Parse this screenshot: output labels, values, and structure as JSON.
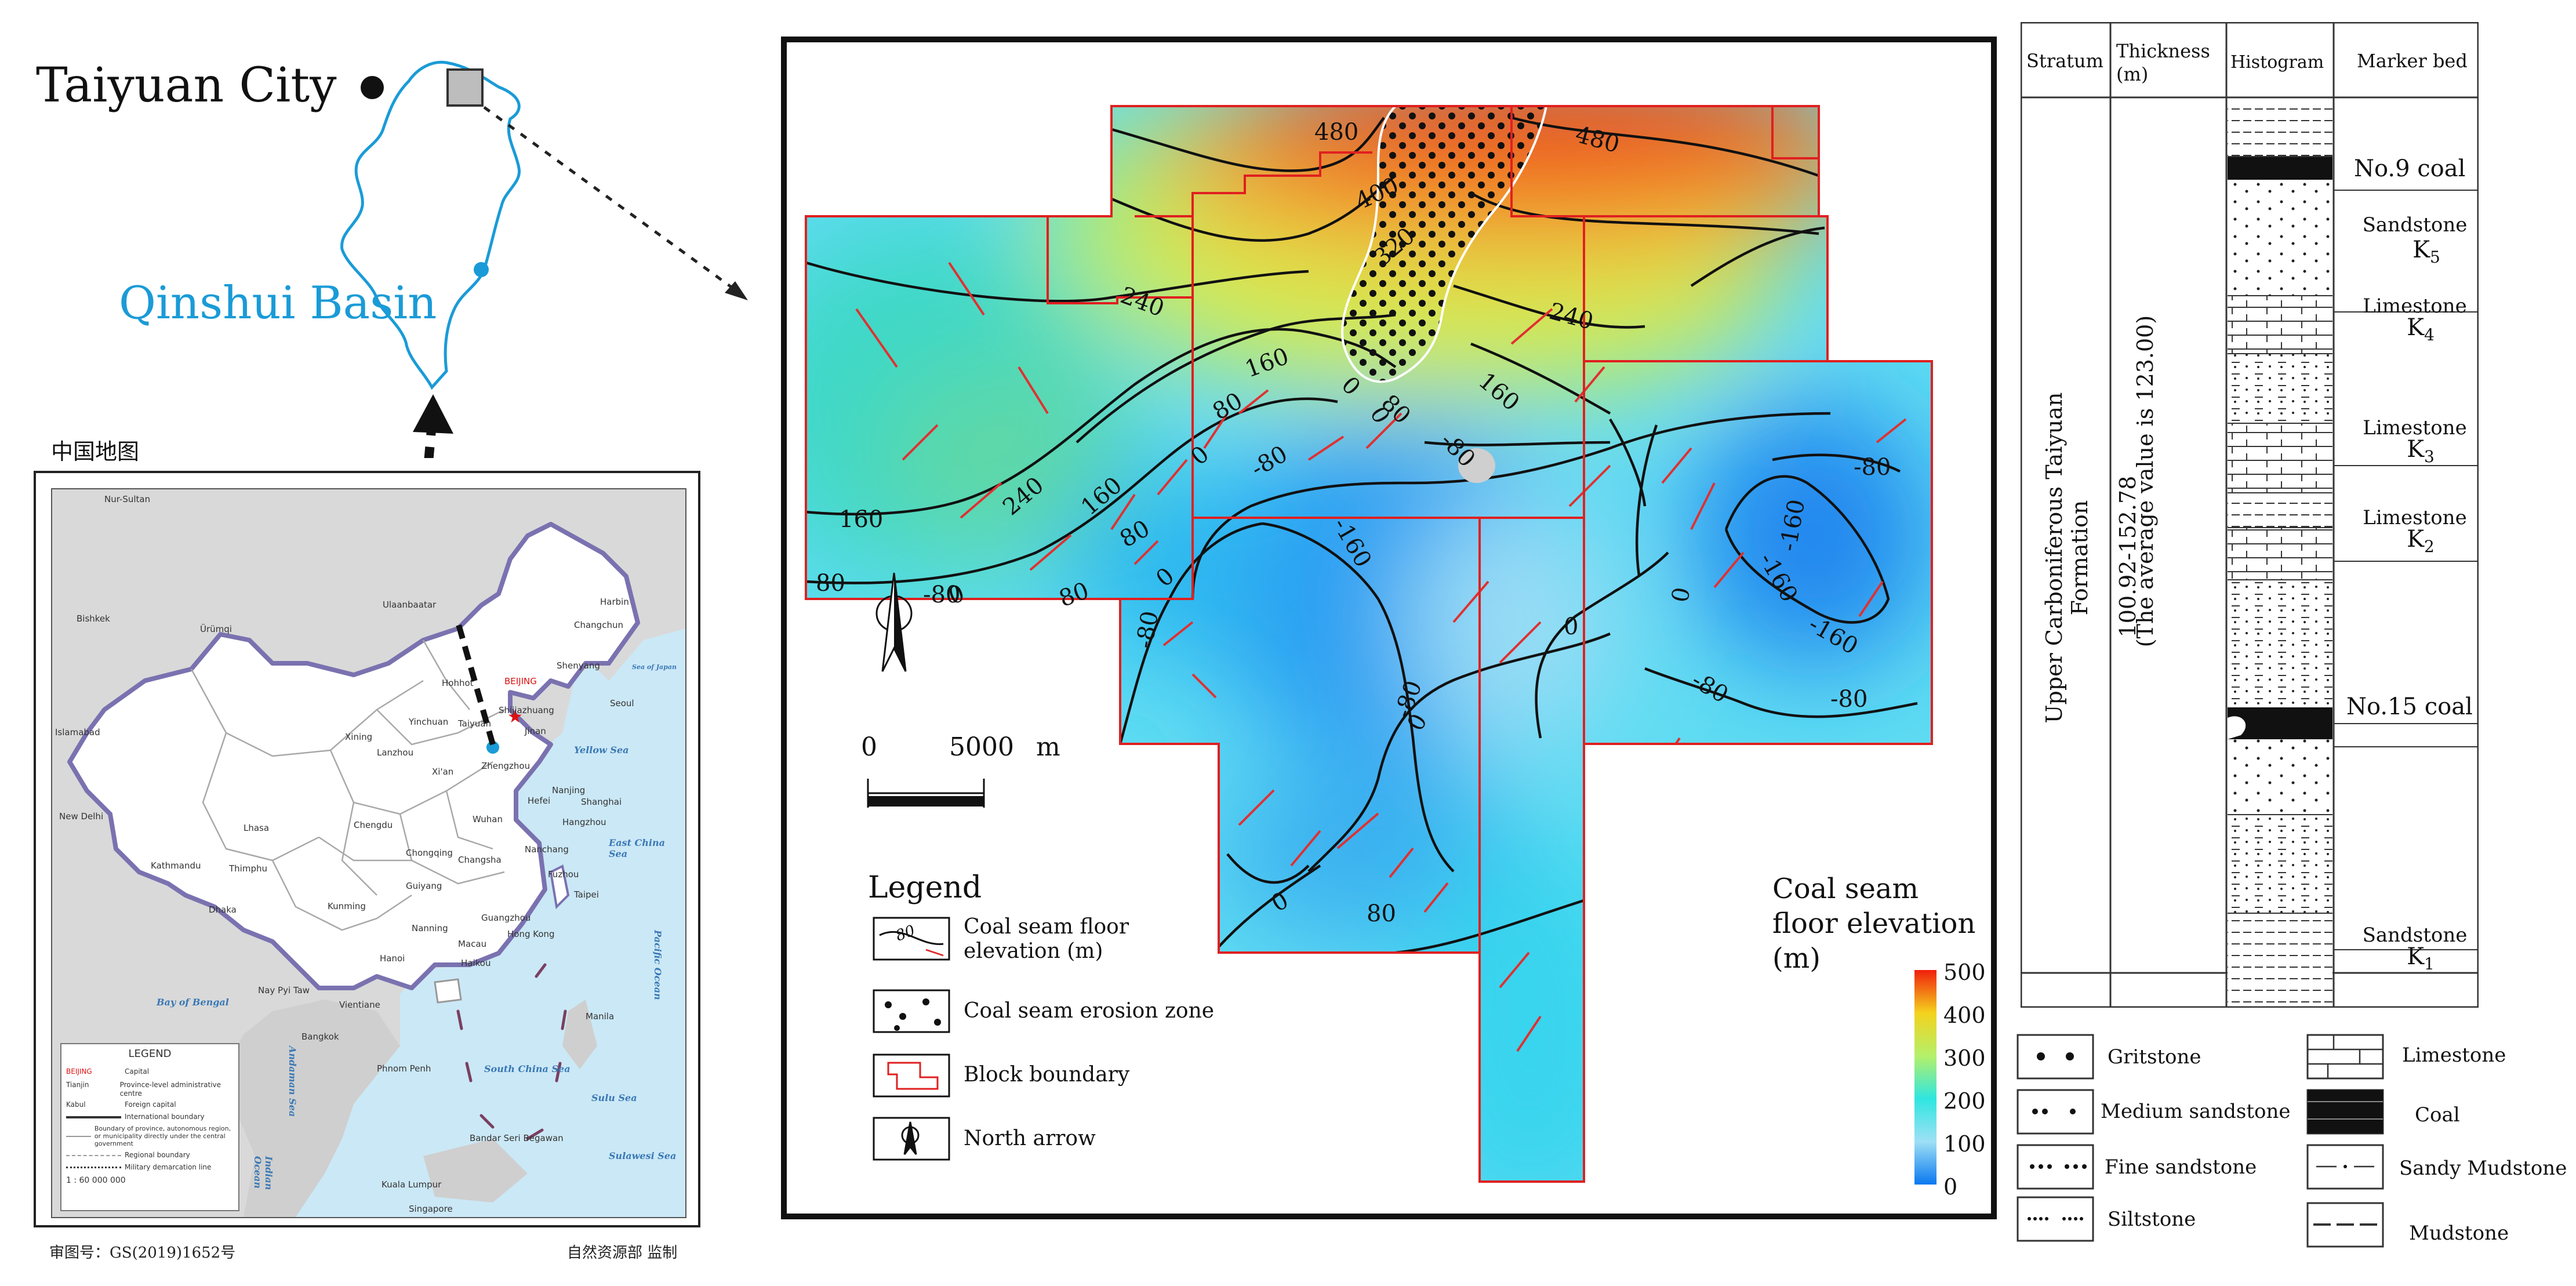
{
  "location_panel": {
    "city_label": "Taiyuan City",
    "basin_label": "Qinshui Basin",
    "basin_color": "#1a9bd7"
  },
  "china_map": {
    "title": "中国地图",
    "approval_no": "审图号：GS(2019)1652号",
    "supervisor": "自然资源部  监制",
    "scale": "1 : 60 000 000",
    "cities": [
      "Nur-Sultan",
      "Ulaanbaatar",
      "Harbin",
      "Changchun",
      "Ürümqi",
      "Bishkek",
      "Shenyang",
      "Hohhot",
      "BEIJING",
      "Seoul",
      "Yinchuan",
      "Taiyuan",
      "Shijiazhuang",
      "Jinan",
      "Xining",
      "Lanzhou",
      "Xi'an",
      "Zhengzhou",
      "Islamabad",
      "New Delhi",
      "Lhasa",
      "Chengdu",
      "Wuhan",
      "Hefei",
      "Nanjing",
      "Shanghai",
      "Hangzhou",
      "Chongqing",
      "Changsha",
      "Nanchang",
      "Fuzhou",
      "Taipei",
      "Kathmandu",
      "Thimphu",
      "Dhaka",
      "Guiyang",
      "Kunming",
      "Nanning",
      "Guangzhou",
      "Hong Kong",
      "Macau",
      "Haikou",
      "Hanoi",
      "Nay Pyi Taw",
      "Vientiane",
      "Bangkok",
      "Phnom Penh",
      "Manila",
      "Bandar Seri Begawan",
      "Kuala Lumpur",
      "Singapore"
    ],
    "seas": [
      "Sea of Japan",
      "Yellow Sea",
      "East China Sea",
      "Pacific Ocean",
      "Bay of Bengal",
      "South China Sea",
      "Sulu Sea",
      "Sulawesi Sea",
      "Andaman Sea",
      "Indian Ocean"
    ],
    "legend_title": "LEGEND",
    "legend_items": [
      "Capital",
      "Province-level administrative centre",
      "Foreign capital",
      "International boundary",
      "Boundary of province, autonomous region, or municipality directly under the central government",
      "Regional boundary",
      "Military demarcation line"
    ],
    "legend_sample_capital": "BEIJING",
    "legend_sample_centre": "Tianjin",
    "legend_sample_foreign": "Kabul"
  },
  "main_map": {
    "scale": {
      "start": "0",
      "end": "5000",
      "unit": "m"
    },
    "contour_labels": [
      "480",
      "400",
      "320",
      "480",
      "240",
      "240",
      "160",
      "160",
      "80",
      "80",
      "0",
      "0",
      "0",
      "-80",
      "-80",
      "-80",
      "-80",
      "-160",
      "-160",
      "240",
      "160",
      "160",
      "80",
      "80",
      "0",
      "80",
      "0",
      "-80",
      "-80",
      "-160",
      "-160",
      "-80",
      "0",
      "80",
      "0",
      "0",
      "0",
      "-80"
    ],
    "legend_title": "Legend",
    "legend_items": [
      "Coal seam floor elevation (m)",
      "Coal seam erosion zone",
      "Block boundary",
      "North arrow"
    ],
    "legend_sample_value": "80",
    "colorbar": {
      "title": "Coal seam floor elevation (m)",
      "ticks": [
        "500",
        "400",
        "300",
        "200",
        "100",
        "0"
      ],
      "range": [
        0,
        500
      ]
    }
  },
  "column": {
    "headers": [
      "Stratum",
      "Thickness (m)",
      "Histogram",
      "Marker bed"
    ],
    "stratum": "Upper Carboniferous Taiyuan Formation",
    "thickness": "100.92-152.78",
    "thickness_avg": "(The average value is 123.00)",
    "markers": [
      {
        "name": "No.9 coal"
      },
      {
        "name": "Sandstone",
        "sub": "K",
        "idx": "5"
      },
      {
        "name": "Limestone",
        "sub": "K",
        "idx": "4"
      },
      {
        "name": "Limestone",
        "sub": "K",
        "idx": "3"
      },
      {
        "name": "Limestone",
        "sub": "K",
        "idx": "2"
      },
      {
        "name": "No.15 coal"
      },
      {
        "name": "Sandstone",
        "sub": "K",
        "idx": "1"
      }
    ]
  },
  "lithology_legend": [
    "Gritstone",
    "Medium sandstone",
    "Fine sandstone",
    "Siltstone",
    "Limestone",
    "Coal",
    "Sandy Mudstone",
    "Mudstone"
  ]
}
